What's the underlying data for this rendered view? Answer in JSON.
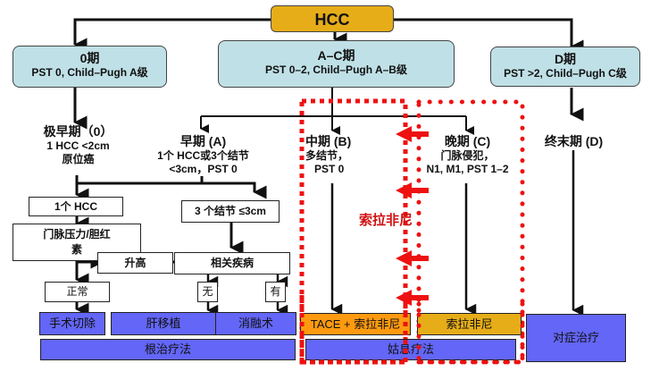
{
  "root": {
    "label": "HCC"
  },
  "stages": {
    "stage0": {
      "title": "0期",
      "criteria": "PST 0, Child–Pugh A级"
    },
    "stageAC": {
      "title": "A–C期",
      "criteria": "PST 0–2, Child–Pugh A–B级"
    },
    "stageD": {
      "title": "D期",
      "criteria": "PST >2, Child–Pugh C级"
    }
  },
  "substages": {
    "very_early": {
      "title": "极早期（0）",
      "line1": "1 HCC <2cm",
      "line2": "原位癌"
    },
    "early": {
      "title": "早期 (A)",
      "line1": "1个 HCC或3个结节",
      "line2": "<3cm，PST 0"
    },
    "intermediate": {
      "title": "中期 (B)",
      "line1": "多结节，",
      "line2": "PST 0"
    },
    "advanced": {
      "title": "晚期 (C)",
      "line1": "门脉侵犯，",
      "line2": "N1, M1, PST 1–2"
    },
    "terminal": {
      "title": "终末期 (D)"
    }
  },
  "decision_boxes": {
    "single_hcc": "1个 HCC",
    "portal_pressure": "门脉压力/胆红素",
    "three_nodules": "3 个结节 ≤3cm",
    "elevated": "升高",
    "comorbidity": "相关疾病",
    "normal": "正常",
    "no": "无",
    "yes": "有"
  },
  "treatments": {
    "resection": "手术切除",
    "transplant": "肝移植",
    "ablation": "消融术",
    "tace_sorafenib": "TACE + 索拉非尼",
    "sorafenib": "索拉非尼",
    "symptomatic": "对症治疗"
  },
  "categories": {
    "curative": "根治疗法",
    "palliative": "姑息疗法"
  },
  "annotation": {
    "sorafenib_label": "索拉非尼"
  },
  "colors": {
    "stage_box": "#bfe0e6",
    "root_box": "#e6ad18",
    "treatment_blue": "#6366f6",
    "treatment_orange": "#ff9a10",
    "treatment_gold": "#e6ad18",
    "highlight_red": "#ee1111"
  }
}
